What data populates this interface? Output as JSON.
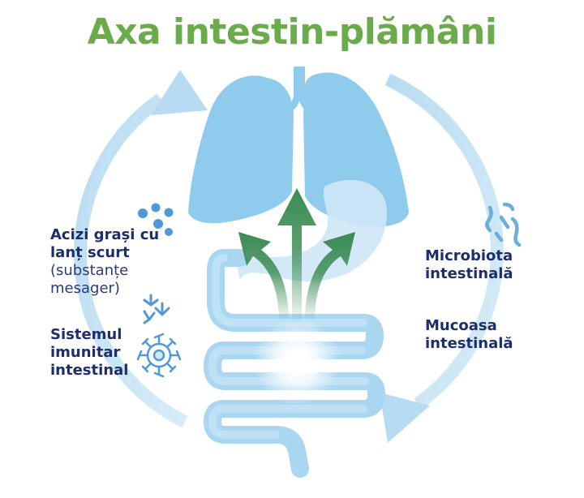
{
  "title": "Axa intestin-plămâni",
  "labels": {
    "acids_line1": "Acizi grași cu",
    "acids_line2": "lanț scurt",
    "acids_sub1": "(substanțe",
    "acids_sub2": "mesager)",
    "immune_line1": "Sistemul",
    "immune_line2": "imunitar",
    "immune_line3": "intestinal",
    "microbiota_line1": "Microbiota",
    "microbiota_line2": "intestinală",
    "mucosa_line1": "Mucoasa",
    "mucosa_line2": "intestinală"
  },
  "icons": [
    "circular-arrow-icon",
    "lungs-icon",
    "stomach-icon",
    "intestine-icon",
    "upward-arrows-icon",
    "molecule-dots-icon",
    "antibody-icon",
    "immune-cell-icon",
    "bacteria-icon"
  ],
  "colors": {
    "title": "#6bab4b",
    "text": "#1e2d6b",
    "organ": "#8fcbed",
    "arrow_ring": "#cce6f6",
    "green_arrow": "#3f8f57"
  }
}
